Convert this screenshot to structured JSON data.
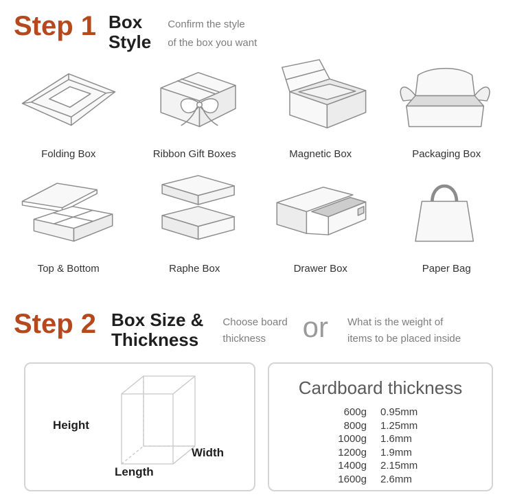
{
  "step1": {
    "label": "Step 1",
    "title_line1": "Box",
    "title_line2": "Style",
    "desc_line1": "Confirm the style",
    "desc_line2": "of the box you want",
    "items": [
      {
        "label": "Folding Box"
      },
      {
        "label": "Ribbon Gift Boxes"
      },
      {
        "label": "Magnetic Box"
      },
      {
        "label": "Packaging Box"
      },
      {
        "label": "Top & Bottom"
      },
      {
        "label": "Raphe Box"
      },
      {
        "label": "Drawer Box"
      },
      {
        "label": "Paper Bag"
      }
    ]
  },
  "step2": {
    "label": "Step 2",
    "title_line1": "Box Size &",
    "title_line2": "Thickness",
    "option1_line1": "Choose board",
    "option1_line2": "thickness",
    "or_text": "or",
    "option2_line1": "What is the weight of",
    "option2_line2": "items to be placed inside",
    "size_labels": {
      "height": "Height",
      "width": "Width",
      "length": "Length"
    },
    "thickness_table": {
      "title": "Cardboard thickness",
      "rows": [
        {
          "weight": "600g",
          "thickness": "0.95mm"
        },
        {
          "weight": "800g",
          "thickness": "1.25mm"
        },
        {
          "weight": "1000g",
          "thickness": "1.6mm"
        },
        {
          "weight": "1200g",
          "thickness": "1.9mm"
        },
        {
          "weight": "1400g",
          "thickness": "2.15mm"
        },
        {
          "weight": "1600g",
          "thickness": "2.6mm"
        }
      ]
    }
  },
  "colors": {
    "accent": "#b5481d",
    "text_dark": "#1f1f1f",
    "text_gray": "#7d7d7d",
    "panel_border": "#d4d4d4",
    "line_art": "#8c8c8c"
  }
}
